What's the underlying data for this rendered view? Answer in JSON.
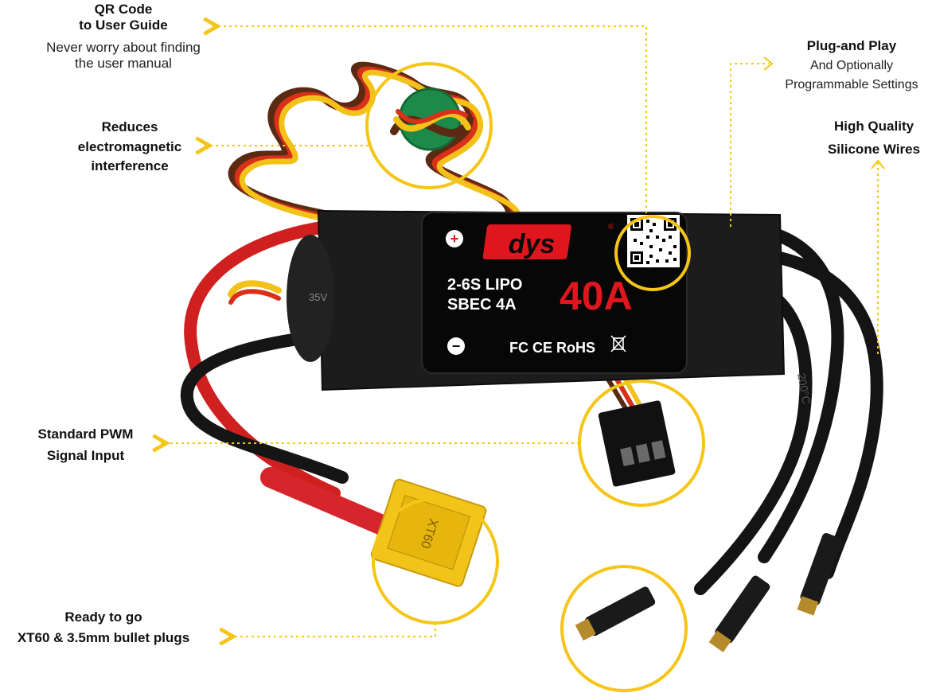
{
  "callouts": {
    "qr": {
      "title_line1": "QR  Code",
      "title_line2": "to User Guide",
      "desc_line1": "Never worry about finding",
      "desc_line2": "the user manual"
    },
    "plug": {
      "title": "Plug-and Play",
      "desc_line1": "And Optionally",
      "desc_line2": "Programmable Settings"
    },
    "emi": {
      "line1": "Reduces",
      "line2": "electromagnetic",
      "line3": "interference"
    },
    "wires": {
      "line1": "High Quality",
      "line2": "Silicone Wires"
    },
    "pwm": {
      "line1": "Standard PWM",
      "line2": "Signal Input"
    },
    "plugs": {
      "line1": "Ready to go",
      "line2": "XT60 & 3.5mm bullet plugs"
    }
  },
  "product": {
    "brand": "dys",
    "brand_mark": "®",
    "battery": "2-6S LIPO",
    "bec": "SBEC 4A",
    "rating": "40A",
    "certifications": "FC CE RoHS",
    "plus_symbol": "+",
    "minus_symbol": "−",
    "connector_label": "XT60",
    "capacitor_text": "35V",
    "wire_print": "200°C"
  },
  "colors": {
    "accent": "#F5C518",
    "label_red": "#E0161E",
    "body": "#1c1c1c"
  }
}
